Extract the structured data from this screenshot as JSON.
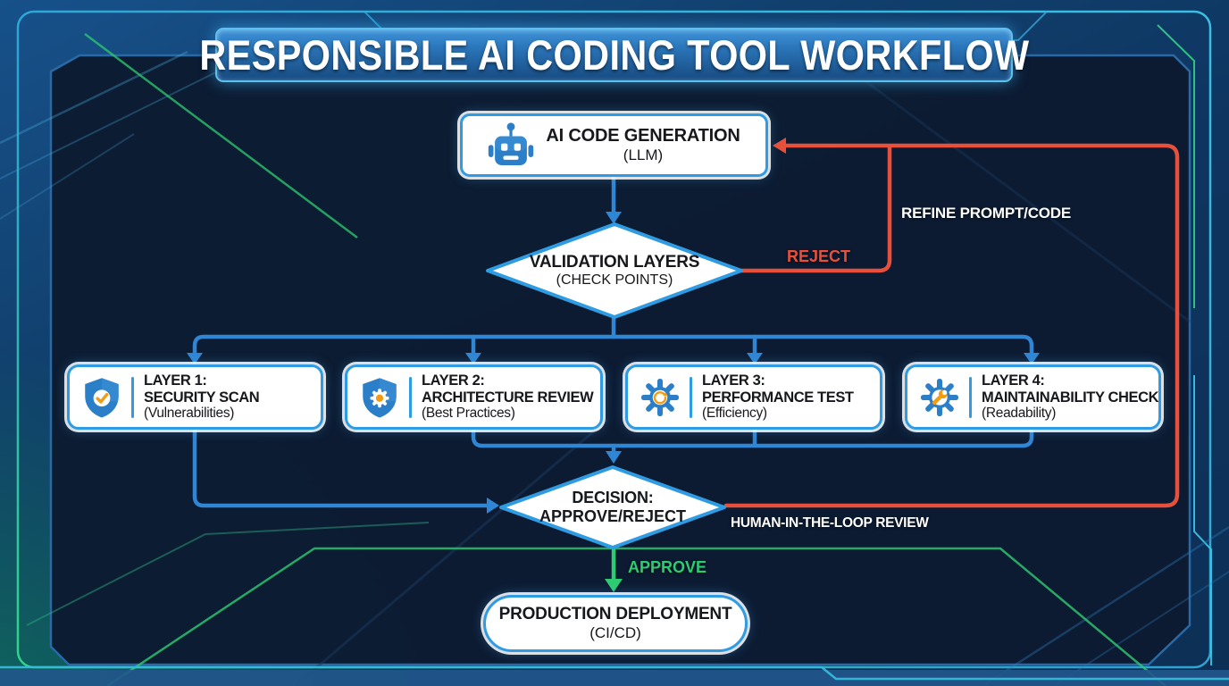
{
  "title": "RESPONSIBLE AI CODING TOOL WORKFLOW",
  "colors": {
    "blue": "#2f86d4",
    "nodeBorder": "#2f9be2",
    "red": "#e8503c",
    "green": "#2ecc71",
    "orange": "#f39c12",
    "iconBlue": "#2b7fc8",
    "text": "#16181c",
    "panel": "#0c1b31"
  },
  "nodes": {
    "ai_generation": {
      "title": "AI CODE GENERATION",
      "subtitle": "(LLM)",
      "icon": "robot-icon"
    },
    "validation": {
      "title": "VALIDATION LAYERS",
      "subtitle": "(CHECK POINTS)"
    },
    "layers": [
      {
        "line1": "LAYER 1:",
        "line2": "SECURITY SCAN",
        "line3": "(Vulnerabilities)",
        "icon": "shield-check-icon"
      },
      {
        "line1": "LAYER 2:",
        "line2": "ARCHITECTURE REVIEW",
        "line3": "(Best Practices)",
        "icon": "shield-gear-icon"
      },
      {
        "line1": "LAYER 3:",
        "line2": "PERFORMANCE TEST",
        "line3": "(Efficiency)",
        "icon": "gear-sync-icon"
      },
      {
        "line1": "LAYER 4:",
        "line2": "MAINTAINABILITY CHECK",
        "line3": "(Readability)",
        "icon": "gear-wrench-icon"
      }
    ],
    "decision": {
      "title": "DECISION:",
      "subtitle": "APPROVE/REJECT"
    },
    "deployment": {
      "title": "PRODUCTION DEPLOYMENT",
      "subtitle": "(CI/CD)"
    }
  },
  "edge_labels": {
    "reject": "REJECT",
    "refine": "REFINE PROMPT/CODE",
    "human_review": "HUMAN-IN-THE-LOOP REVIEW",
    "approve": "APPROVE"
  }
}
